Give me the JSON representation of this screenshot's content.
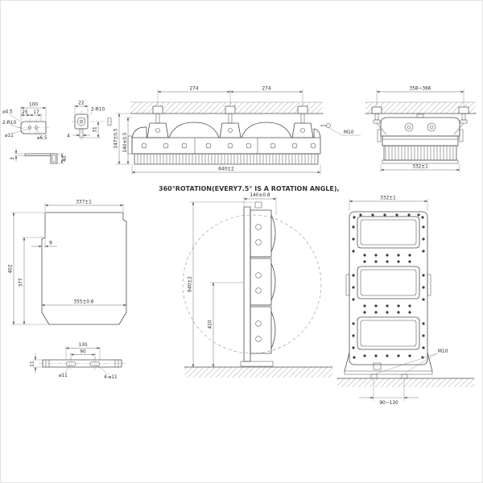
{
  "note": "360°ROTATION(EVERY7.5° IS A ROTATION ANGLE),",
  "views": {
    "mount_plate_detail": {
      "dims": {
        "width": "100",
        "hole_offset": "25",
        "hole_spacing": "17",
        "hole_small": "⌀4.5",
        "corner_radius": "2-R10",
        "hole_slot": "⌀11",
        "hole_mid": "⌀6.5"
      }
    },
    "clamp_detail": {
      "dims": {
        "width": "22",
        "corner_radius": "2-R10",
        "thickness": "4",
        "height": "31"
      }
    },
    "angle_detail": {
      "dims": {
        "thickness": "3",
        "flange_height": "40"
      }
    },
    "side_view_ceiling": {
      "dims": {
        "bolt_pitch_1": "274",
        "bolt_pitch_2": "274",
        "drop_height": "147±0.5",
        "body_height": "140±0.5",
        "overall_length": "640±2"
      },
      "labels": {
        "thread": "M10"
      }
    },
    "end_view_ceiling": {
      "dims": {
        "anchor_span": "358~366",
        "body_width": "332±1"
      }
    },
    "yoke_plate": {
      "dims": {
        "top_width": "337±1",
        "step": "9",
        "outer_height": "402",
        "inner_height": "377",
        "bottom_width": "355±0.6"
      }
    },
    "mount_bar": {
      "dims": {
        "slot_span": "130",
        "hole_span": "90",
        "thickness": "11",
        "hole_dia": "⌀11",
        "hole_count": "4-⌀11"
      }
    },
    "side_view_floor": {
      "dims": {
        "body_depth": "140±0.8",
        "overall_height": "640±2",
        "pivot_height": "410"
      }
    },
    "front_view_floor": {
      "dims": {
        "body_width": "332±1",
        "foot_span": "90~130"
      },
      "labels": {
        "thread": "M10"
      }
    }
  }
}
